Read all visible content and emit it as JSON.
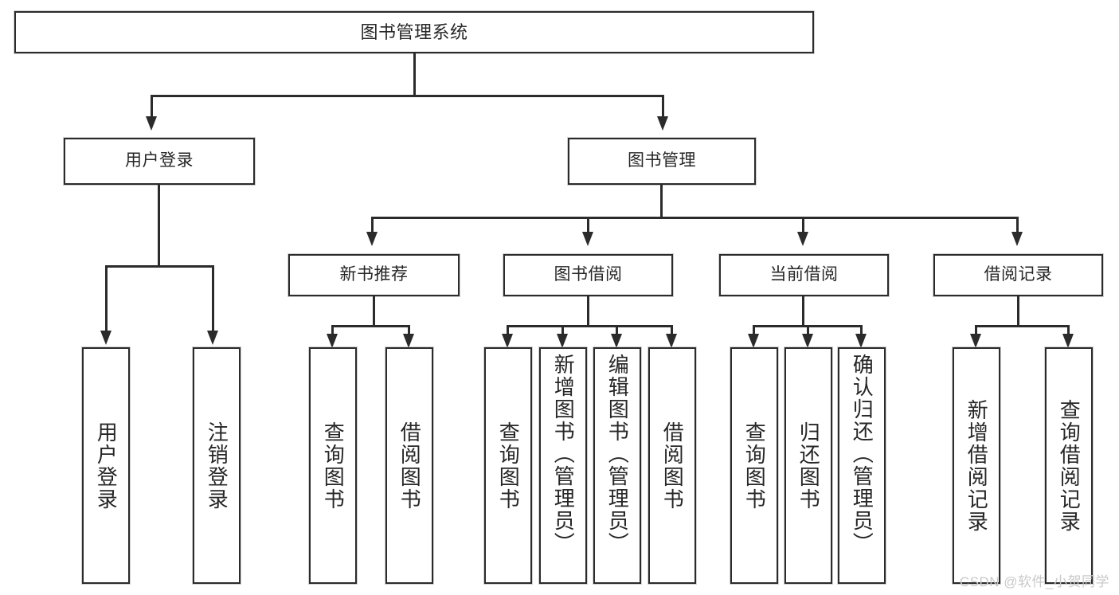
{
  "diagram": {
    "title": "图书管理系统",
    "type": "hierarchy-tree",
    "watermark": "CSDN @软件_小贺同学",
    "colors": {
      "stroke": "#2b2b2b",
      "fill": "#ffffff",
      "text": "#262626",
      "watermark": "#c9c9c9"
    },
    "root": {
      "label": "图书管理系统"
    },
    "level2": [
      {
        "label": "用户登录"
      },
      {
        "label": "图书管理"
      }
    ],
    "level3": [
      {
        "label": "新书推荐"
      },
      {
        "label": "图书借阅"
      },
      {
        "label": "当前借阅"
      },
      {
        "label": "借阅记录"
      }
    ],
    "leaves": {
      "user_login": [
        {
          "label": "用户登录"
        },
        {
          "label": "注销登录"
        }
      ],
      "new_book": [
        {
          "label": "查询图书"
        },
        {
          "label": "借阅图书"
        }
      ],
      "book_borrow": [
        {
          "label": "查询图书"
        },
        {
          "label": "新增图书（管理员）"
        },
        {
          "label": "编辑图书（管理员）"
        },
        {
          "label": "借阅图书"
        }
      ],
      "current_borrow": [
        {
          "label": "查询图书"
        },
        {
          "label": "归还图书"
        },
        {
          "label": "确认归还（管理员）"
        }
      ],
      "borrow_record": [
        {
          "label": "新增借阅记录"
        },
        {
          "label": "查询借阅记录"
        }
      ]
    }
  }
}
